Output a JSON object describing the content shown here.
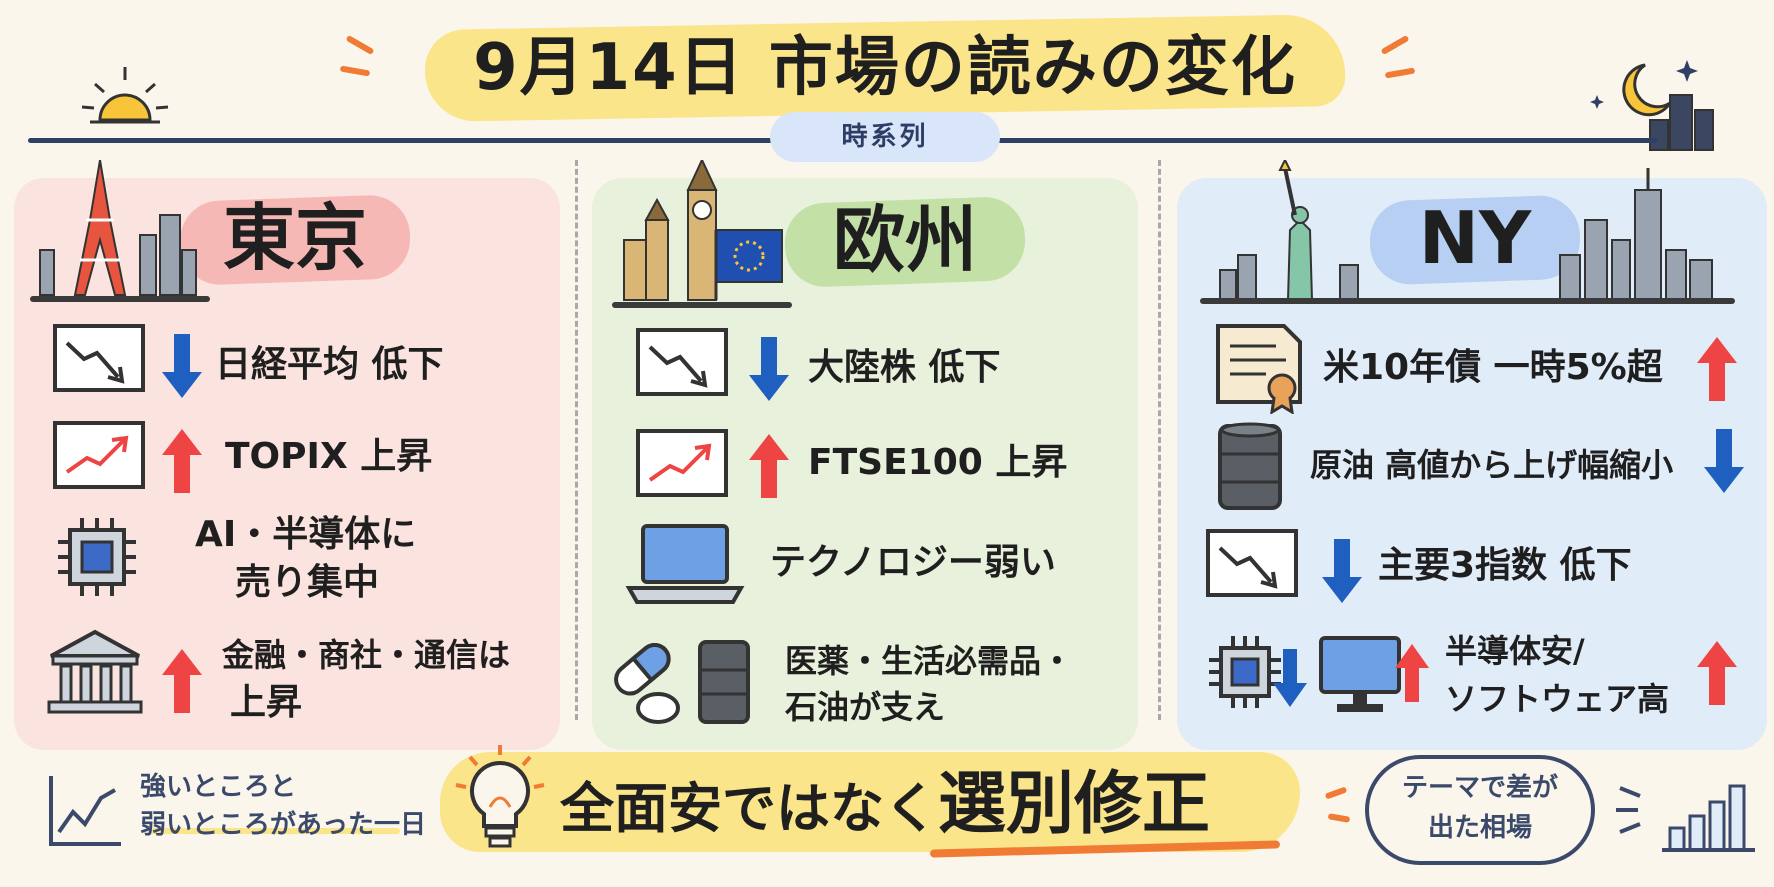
{
  "title": "9月14日 市場の読みの変化",
  "timeline_label": "時系列",
  "colors": {
    "title_highlight": "#fbe58a",
    "tokyo_panel": "#fbe3df",
    "europe_panel": "#e8f1dc",
    "ny_panel": "#e1ecf9",
    "up_arrow": "#ef4444",
    "down_arrow": "#1f5fbf",
    "accent_orange": "#f07b35"
  },
  "tokyo": {
    "name": "東京",
    "items": [
      {
        "icon": "chart-down-icon",
        "text": "日経平均 低下",
        "arrow": "down"
      },
      {
        "icon": "chart-up-icon",
        "text": "TOPIX 上昇",
        "arrow": "up"
      },
      {
        "icon": "chip-icon",
        "line1": "AI・半導体に",
        "line2": "売り集中"
      },
      {
        "icon": "bank-icon",
        "line1": "金融・商社・通信は",
        "line2": "上昇",
        "arrow": "up"
      }
    ]
  },
  "europe": {
    "name": "欧州",
    "items": [
      {
        "icon": "chart-down-icon",
        "text": "大陸株 低下",
        "arrow": "down"
      },
      {
        "icon": "chart-up-icon",
        "text": "FTSE100 上昇",
        "arrow": "up"
      },
      {
        "icon": "laptop-icon",
        "text": "テクノロジー弱い"
      },
      {
        "icon": "pill-oil-icon",
        "line1": "医薬・生活必需品・",
        "line2": "石油が支え"
      }
    ]
  },
  "ny": {
    "name": "NY",
    "items": [
      {
        "icon": "bond-certificate-icon",
        "text": "米10年債 一時5%超",
        "arrow": "up"
      },
      {
        "icon": "oil-barrel-icon",
        "text": "原油 高値から上げ幅縮小",
        "arrow": "down"
      },
      {
        "icon": "chart-down-icon",
        "text": "主要3指数 低下",
        "arrow": "down"
      },
      {
        "icon": "chip-monitor-icon",
        "line1": "半導体安/",
        "line2": "ソフトウェア高",
        "arrow": "up"
      }
    ]
  },
  "bottom": {
    "main_prefix": "全面安ではなく",
    "main_emphasis": "選別修正",
    "note_left_line1": "強いところと",
    "note_left_line2": "弱いところがあった一日",
    "cloud_line1": "テーマで差が",
    "cloud_line2": "出た相場"
  }
}
